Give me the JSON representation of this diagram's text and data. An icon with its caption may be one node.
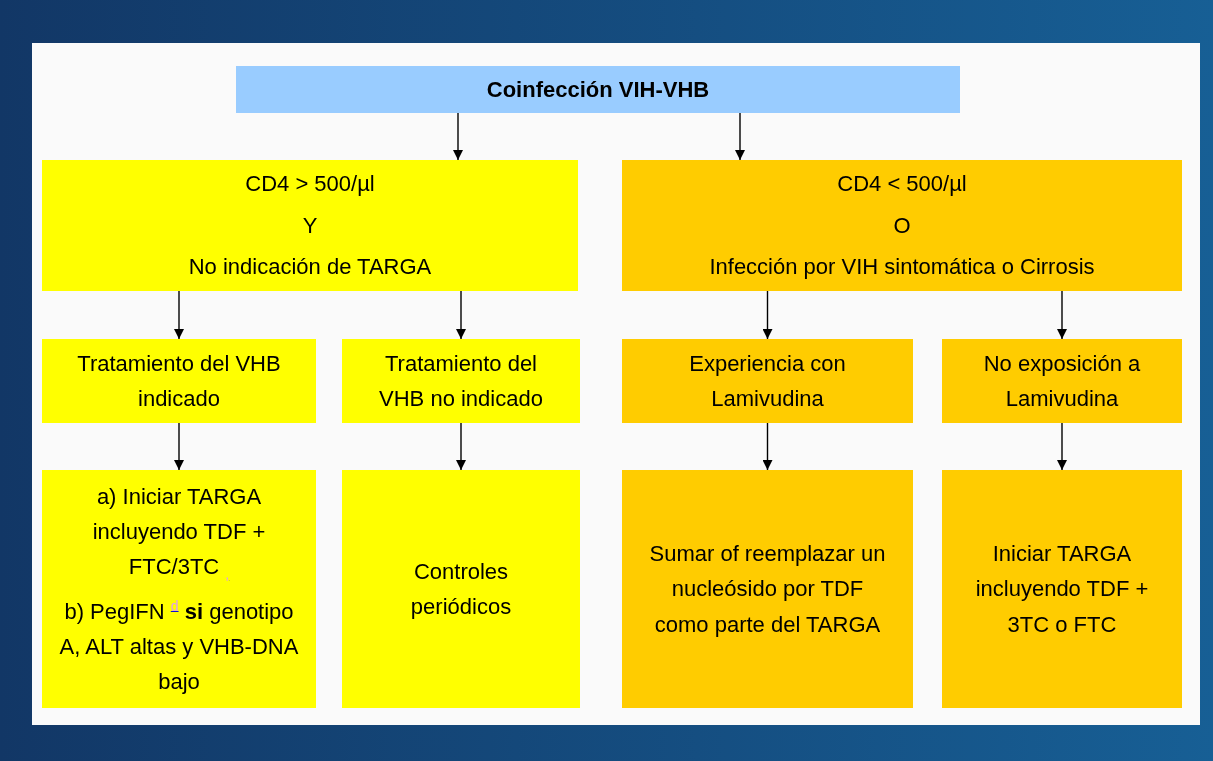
{
  "diagram": {
    "nodes": [
      {
        "text": [
          "Coinfección VIH-VHB"
        ]
      },
      {
        "text": [
          "CD4 > 500/µl",
          "Y",
          "No indicación de TARGA"
        ]
      },
      {
        "text": [
          "CD4 < 500/µl",
          "O",
          "Infección por VIH sintomática o Cirrosis"
        ]
      },
      {
        "text": [
          "Tratamiento del VHB indicado"
        ]
      },
      {
        "text": [
          "Tratamiento del VHB no indicado"
        ]
      },
      {
        "text": [
          "Experiencia con Lamivudina"
        ]
      },
      {
        "text": [
          "No exposición a Lamivudina"
        ]
      },
      {
        "text": [
          "a) Iniciar TARGA incluyendo TDF + FTC/3TC $_{,}$",
          "b) PegIFN $^{d}$ **si** genotipo A, ALT altas y VHB-DNA bajo"
        ]
      },
      {
        "text": [
          "Controles periódicos"
        ]
      },
      {
        "text": [
          "Sumar  of reemplazar un  nucleósido por TDF como parte del TARGA"
        ]
      },
      {
        "text": [
          "Iniciar TARGA incluyendo  TDF + 3TC o FTC"
        ]
      }
    ],
    "edges": [
      {
        "from": 0,
        "to": 1,
        "arrow": "to"
      },
      {
        "from": 0,
        "to": 2,
        "arrow": "to"
      },
      {
        "from": 1,
        "to": 3,
        "arrow": "to"
      },
      {
        "from": 1,
        "to": 4,
        "arrow": "to"
      },
      {
        "from": 2,
        "to": 5,
        "arrow": "to"
      },
      {
        "from": 2,
        "to": 6,
        "arrow": "to"
      },
      {
        "from": 3,
        "to": 7,
        "arrow": "to"
      },
      {
        "from": 4,
        "to": 8,
        "arrow": "to"
      },
      {
        "from": 5,
        "to": 9,
        "arrow": "to"
      },
      {
        "from": 6,
        "to": 10,
        "arrow": "to"
      }
    ]
  }
}
